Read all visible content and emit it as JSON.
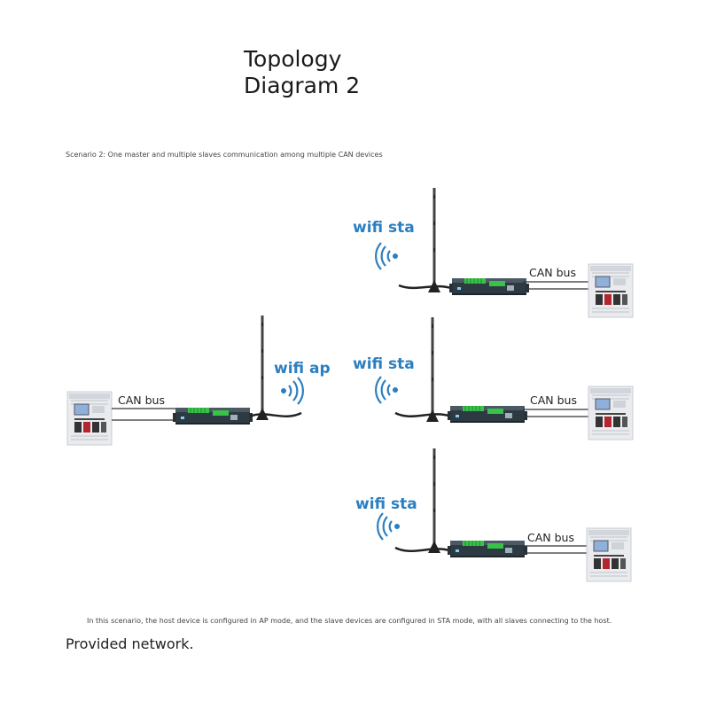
{
  "title": {
    "line1": "Topology",
    "line2": "Diagram 2"
  },
  "scenario": "Scenario 2: One master and multiple slaves communication among multiple CAN devices",
  "master": {
    "wifi_label": "wifi ap",
    "bus_label": "CAN bus"
  },
  "slaves": [
    {
      "wifi_label": "wifi sta",
      "bus_label": "CAN bus"
    },
    {
      "wifi_label": "wifi sta",
      "bus_label": "CAN bus"
    },
    {
      "wifi_label": "wifi sta",
      "bus_label": "CAN bus"
    }
  ],
  "footnote": "In this scenario, the host device is configured in AP mode, and the slave devices are configured in STA mode, with all slaves connecting to the host.",
  "footer": "Provided network.",
  "colors": {
    "wifi": "#2b7fc1",
    "gateway_body": "#2e3a42",
    "terminal_green": "#39c24a"
  }
}
